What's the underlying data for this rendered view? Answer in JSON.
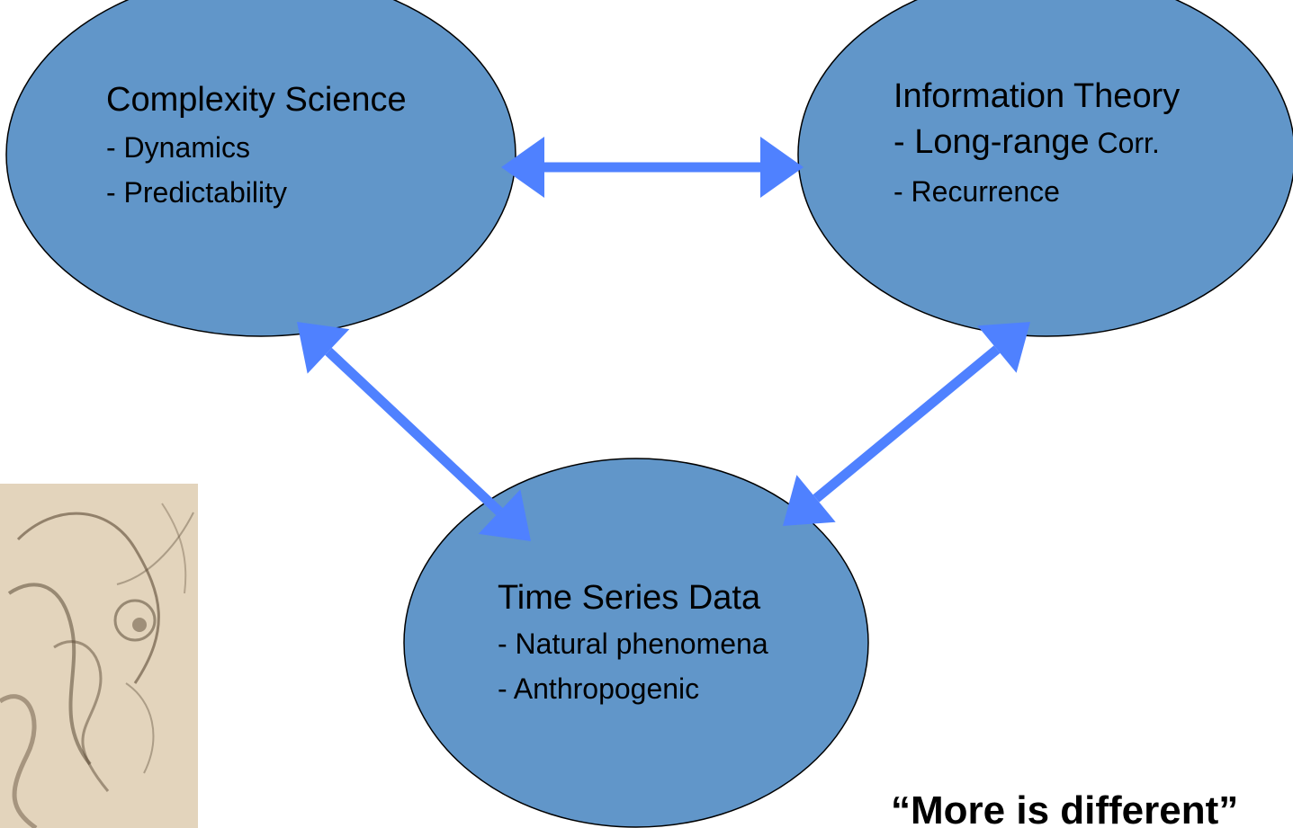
{
  "colors": {
    "node_fill": "#6196c9",
    "node_stroke": "#000000",
    "arrow": "#4f81ff",
    "sketch_bg": "#e3d4bc",
    "sketch_ink": "#5b4a36"
  },
  "nodes": {
    "complexity": {
      "title": "Complexity Science",
      "items": [
        "- Dynamics",
        "- Predictability"
      ]
    },
    "information": {
      "title": "Information Theory",
      "item1_prefix": "- Long-range",
      "item1_suffix": " Corr.",
      "item2": "- Recurrence"
    },
    "timeseries": {
      "title": "Time Series Data",
      "items": [
        "- Natural phenomena",
        "- Anthropogenic"
      ]
    }
  },
  "edges": [
    {
      "from": "complexity",
      "to": "information",
      "type": "bidirectional"
    },
    {
      "from": "complexity",
      "to": "timeseries",
      "type": "bidirectional"
    },
    {
      "from": "information",
      "to": "timeseries",
      "type": "bidirectional"
    }
  ],
  "footer": {
    "quote": "“More is different”"
  },
  "image": {
    "icon": "sketch-image"
  }
}
